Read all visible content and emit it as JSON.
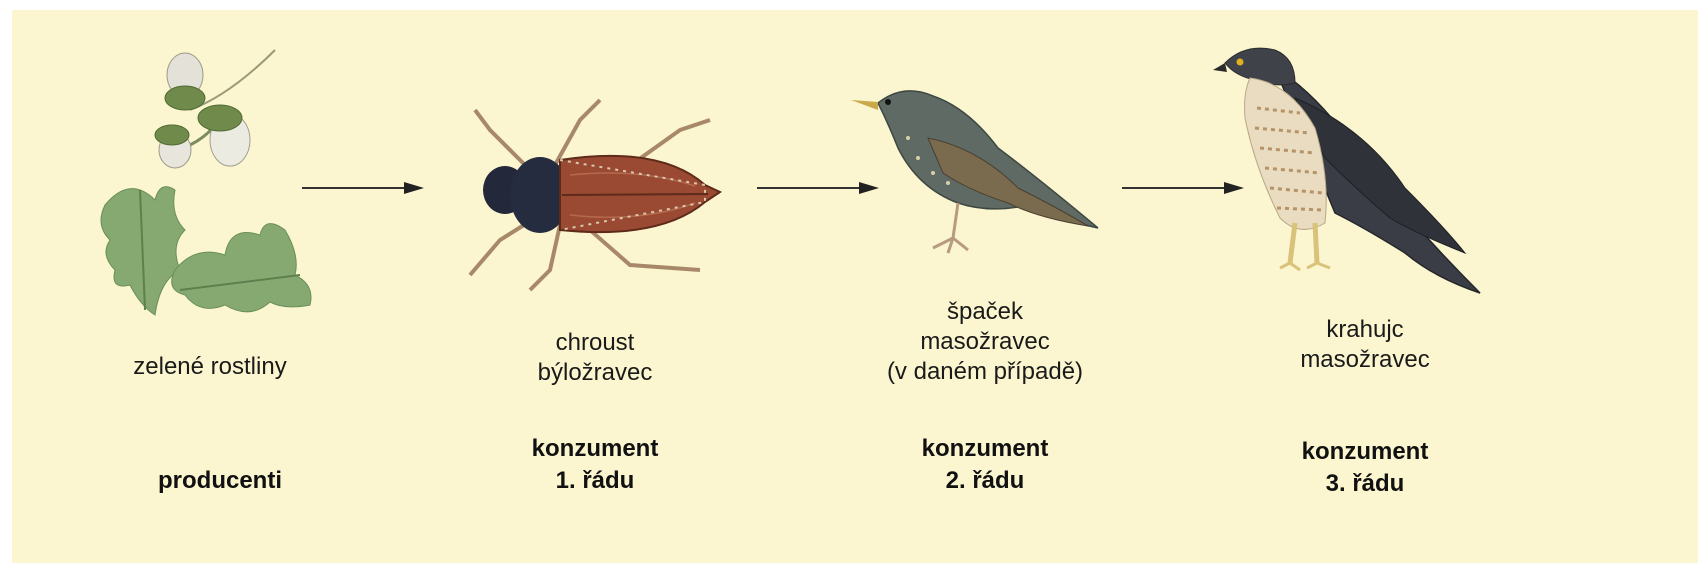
{
  "colors": {
    "background": "#fbf6cf",
    "arrow": "#333333",
    "leaf": "#7fa36b",
    "beetle_wing": "#9a4a33",
    "beetle_head": "#23283a",
    "starling": "#5e6a63",
    "hawk_back": "#3a3d45",
    "hawk_breast": "#e9dcc0"
  },
  "stages": [
    {
      "icon": "oak-leaves-acorns-icon",
      "name_lines": [
        "zelené rostliny"
      ],
      "role_lines": [
        "producenti"
      ]
    },
    {
      "icon": "cockchafer-beetle-icon",
      "name_lines": [
        "chroust",
        "býložravec"
      ],
      "role_lines": [
        "konzument",
        "1. řádu"
      ]
    },
    {
      "icon": "starling-icon",
      "name_lines": [
        "špaček",
        "masožravec",
        "(v daném případě)"
      ],
      "role_lines": [
        "konzument",
        "2. řádu"
      ]
    },
    {
      "icon": "sparrowhawk-icon",
      "name_lines": [
        "krahujc",
        "masožravec"
      ],
      "role_lines": [
        "konzument",
        "3. řádu"
      ]
    }
  ]
}
